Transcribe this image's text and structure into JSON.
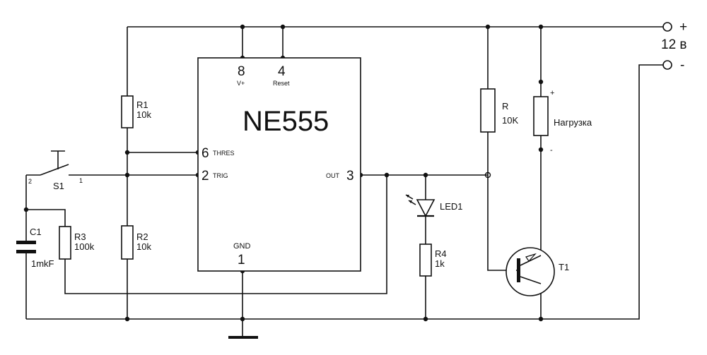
{
  "ic": {
    "title": "NE555",
    "pin8_num": "8",
    "pin8_name": "V+",
    "pin4_num": "4",
    "pin4_name": "Reset",
    "pin6_num": "6",
    "pin6_name": "THRES",
    "pin2_num": "2",
    "pin2_name": "TRIG",
    "pin3_num": "3",
    "pin3_name": "OUT",
    "pin1_num": "1",
    "pin1_name": "GND"
  },
  "components": {
    "r1_name": "R1",
    "r1_value": "10k",
    "r2_name": "R2",
    "r2_value": "10k",
    "r3_name": "R3",
    "r3_value": "100k",
    "r4_name": "R4",
    "r4_value": "1k",
    "r_name": "R",
    "r_value": "10K",
    "c1_name": "C1",
    "c1_value": "1mkF",
    "s1_name": "S1",
    "s1_pin2": "2",
    "s1_pin1": "1",
    "led_name": "LED1",
    "load_name": "Нагрузка",
    "load_plus": "+",
    "load_minus": "-",
    "t1_name": "T1"
  },
  "power": {
    "voltage": "12 в",
    "plus": "+",
    "minus": "-"
  }
}
